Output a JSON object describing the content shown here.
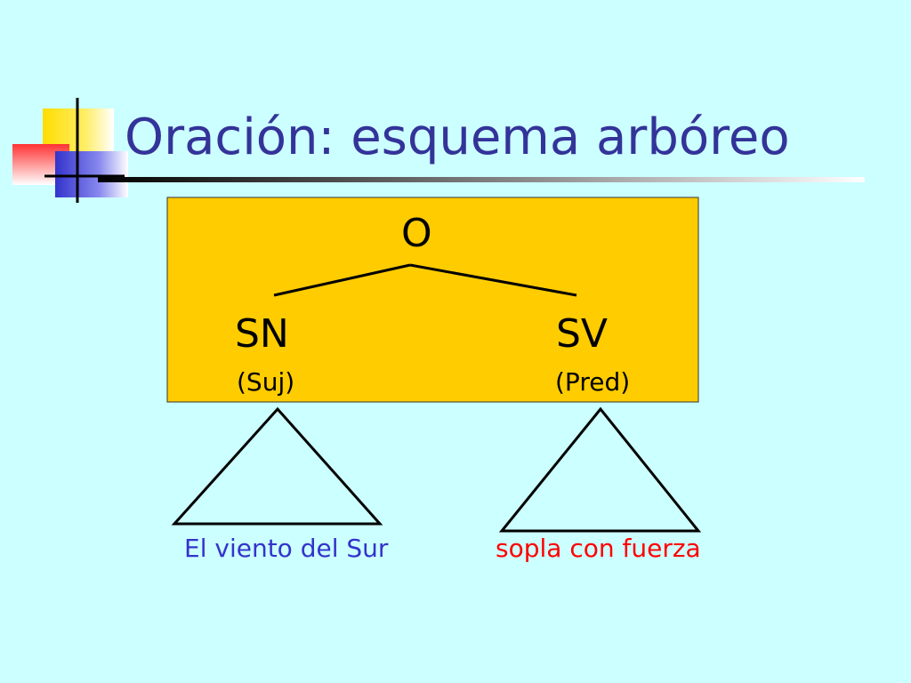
{
  "slide": {
    "title": "Oración: esquema arbóreo"
  },
  "tree": {
    "root": "O",
    "subject": {
      "label": "SN",
      "role": "(Suj)"
    },
    "predicate": {
      "label": "SV",
      "role": "(Pred)"
    },
    "subject_phrase": "El viento del Sur",
    "predicate_phrase": "sopla con fuerza"
  },
  "colors": {
    "background": "#ccffff",
    "title": "#333399",
    "box": "#ffcc00",
    "subject_text": "#3333cc",
    "predicate_text": "#ff0000",
    "deco_yellow": "#ffdd00",
    "deco_red": "#ff3333",
    "deco_blue": "#3333cc"
  }
}
